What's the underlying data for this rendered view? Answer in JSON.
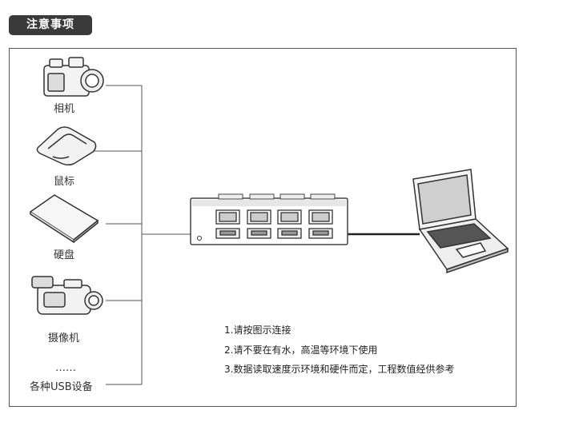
{
  "header": {
    "title": "注意事项"
  },
  "devices": {
    "camera": "相机",
    "mouse": "鼠标",
    "disk": "硬盘",
    "camcorder": "摄像机",
    "ellipsis": "……",
    "usb_devices": "各种USB设备"
  },
  "notes": [
    "1.请按图示连接",
    "2.请不要在有水，高温等环境下使用",
    "3.数据读取速度示环境和硬件而定，工程数值经供参考"
  ],
  "icons": {
    "camera": "camera-icon",
    "mouse": "mouse-icon",
    "disk": "hard-disk-icon",
    "camcorder": "camcorder-icon",
    "hub": "usb-hub-icon",
    "laptop": "laptop-icon"
  }
}
